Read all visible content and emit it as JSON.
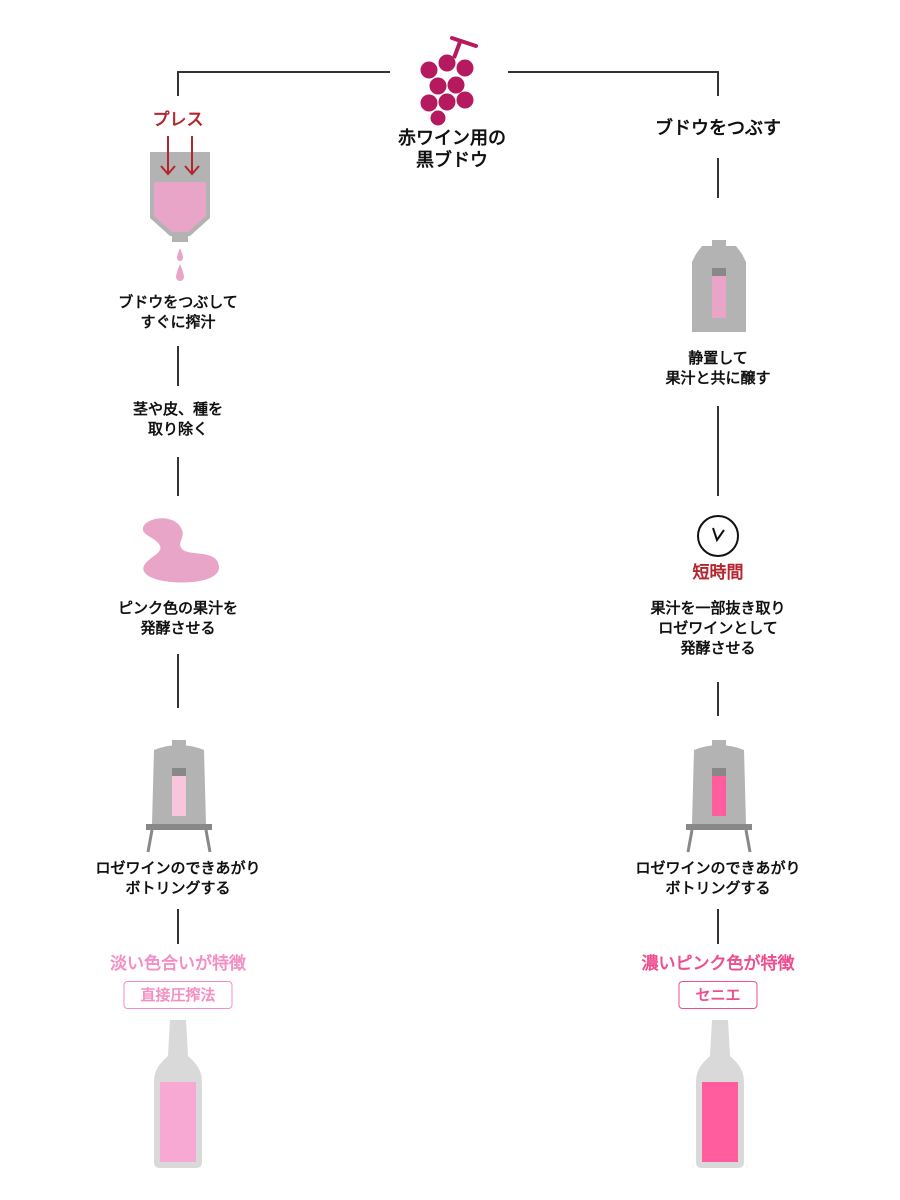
{
  "top": {
    "title_lines": [
      "赤ワイン用の",
      "黒ブドウ"
    ]
  },
  "left": {
    "press_label": "プレス",
    "step1_lines": [
      "ブドウをつぶして",
      "すぐに搾汁"
    ],
    "step2_lines": [
      "茎や皮、種を",
      "取り除く"
    ],
    "step3_lines": [
      "ピンク色の果汁を",
      "発酵させる"
    ],
    "step4_lines": [
      "ロゼワインのできあがり",
      "ボトリングする"
    ],
    "feature": "淡い色合いが特徴",
    "method": "直接圧搾法"
  },
  "right": {
    "step1": "ブドウをつぶす",
    "step2_lines": [
      "静置して",
      "果汁と共に醸す"
    ],
    "time_label": "短時間",
    "step3_lines": [
      "果汁を一部抜き取り",
      "ロゼワインとして",
      "発酵させる"
    ],
    "step4_lines": [
      "ロゼワインのできあがり",
      "ボトリングする"
    ],
    "feature": "濃いピンク色が特徴",
    "method": "セニエ"
  },
  "colors": {
    "grape": "#b5195e",
    "press_red": "#b5252f",
    "juice_pink": "#e8a5c8",
    "light_rose": "#f7a9d3",
    "strong_rose": "#ff5d9e",
    "tank_gray": "#b3b3b3",
    "line": "#333333"
  },
  "icons": [
    "grape-icon",
    "press-icon",
    "arrow-down-icon",
    "drop-icon",
    "tank-icon",
    "puddle-icon",
    "fermenter-icon",
    "clock-icon",
    "bottle-icon"
  ]
}
